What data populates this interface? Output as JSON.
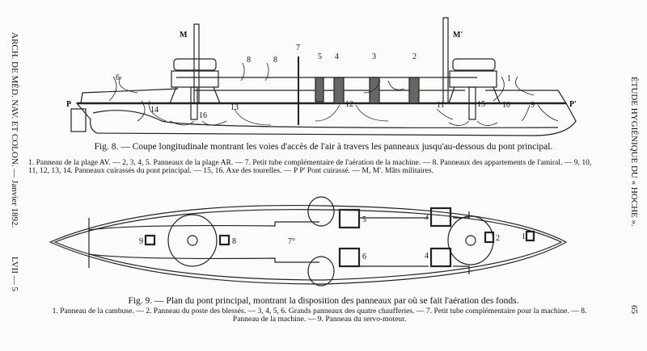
{
  "running_heads": {
    "left": "ARCH. DE MÉD. NAV. ET COLON. — Janvier 1892.",
    "left_signature": "LVII — 5",
    "right": "ÉTUDE HYGIÉNIQUE DU « HOCHE ».",
    "page_number": "65"
  },
  "fig8": {
    "title": "Fig. 8. — Coupe longitudinale montrant les voies d'accès de l'air à travers les panneaux jusqu'au-dessous du pont principal.",
    "legend": "1. Panneau de la plage AV. — 2, 3, 4, 5. Panneaux de la plage AR. — 7. Petit tube complémentaire de l'aération de la machine. — 8. Panneaux des appartements de l'amiral. — 9, 10, 11, 12, 13, 14. Panneaux cuirassés du pont principal. — 15, 16. Axe des tourelles. — P P' Pont cuirassé. — M, M'. Mâts militaires.",
    "labels": {
      "M": "M",
      "M2": "M'",
      "P": "P",
      "P2": "P'",
      "l1": "1",
      "l2": "2",
      "l3": "3",
      "l4": "4",
      "l5": "5",
      "l6": "6",
      "l7": "7",
      "l8a": "8",
      "l8b": "8",
      "l9": "9",
      "l10": "10",
      "l11": "11",
      "l12": "12",
      "l13": "13",
      "l14": "14",
      "l15": "15",
      "l16": "16"
    }
  },
  "fig9": {
    "title": "Fig. 9. — Plan du pont principal, montrant la disposition des panneaux par où se fait l'aération des fonds.",
    "legend": "1. Panneau de la cambuse. — 2. Panneau du poste des blessés. — 3, 4, 5, 6. Grands panneaux des quatre chaufferies. — 7. Petit tube complémentaire pour la machine. — 8. Panneau de la machine. — 9. Panneau du servo-moteur.",
    "labels": {
      "l1": "1",
      "l2": "2",
      "l3": "3",
      "l4": "4",
      "l5": "5",
      "l6": "6",
      "l7": "7°",
      "l8": "8",
      "l9": "9"
    }
  }
}
